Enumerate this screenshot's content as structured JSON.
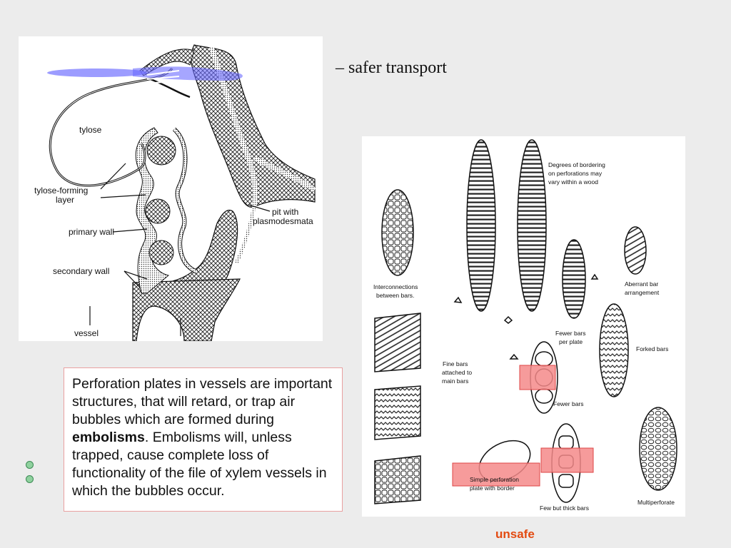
{
  "slide": {
    "title": "– safer transport",
    "footer": "unsafe"
  },
  "left_figure": {
    "labels": {
      "tylose": "tylose",
      "tylose_forming": "tylose-forming",
      "layer": "layer",
      "primary_wall": "primary wall",
      "secondary_wall": "secondary wall",
      "vessel": "vessel",
      "pit_with": "pit with",
      "plasmodesmata": "plasmodesmata"
    }
  },
  "right_figure": {
    "labels": {
      "degrees_1": "Degrees of bordering",
      "degrees_2": "on perforations may",
      "degrees_3": "vary within a wood",
      "interconn_1": "Interconnections",
      "interconn_2": "between bars.",
      "aberrant_1": "Aberrant bar",
      "aberrant_2": "arrangement",
      "fewer_bars_1": "Fewer bars",
      "fewer_bars_2": "per plate",
      "forked": "Forked bars",
      "fine_1": "Fine bars",
      "fine_2": "attached to",
      "fine_3": "main bars",
      "fewer": "Fewer bars",
      "simple_1": "Simple perforation",
      "simple_2": "plate with border",
      "few_thick": "Few but thick bars",
      "multi": "Multiperforate"
    }
  },
  "textbox": {
    "before": "Perforation plates in vessels are important structures, that will retard, or trap air bubbles which are formed during ",
    "bold": "embolisms",
    "after": ". Embolisms will, unless trapped, cause complete loss of functionality of the file of xylem vessels in which the bubbles occur."
  },
  "colors": {
    "background": "#ececec",
    "footer": "#e34a10",
    "highlight": "#f58a8a",
    "bullet": "#8fd19e"
  }
}
